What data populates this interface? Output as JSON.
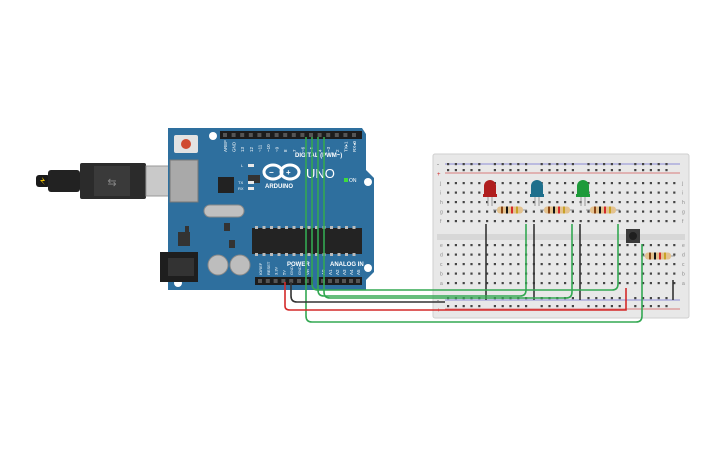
{
  "board": {
    "brand": "ARDUINO",
    "model": "UNO",
    "on_label": "ON",
    "digital_header_label": "DIGITAL (PWM~)",
    "power_label": "POWER",
    "analog_label": "ANALOG IN",
    "led_l": "L",
    "led_tx": "TX",
    "led_rx": "RX",
    "digital_pins": [
      "AREF",
      "GND",
      "13",
      "12",
      "~11",
      "~10",
      "~9",
      "8",
      "7",
      "~6",
      "~5",
      "4",
      "~3",
      "2",
      "TX▸1",
      "RX◂0"
    ],
    "power_pins": [
      "IOREF",
      "RESET",
      "3.3V",
      "5V",
      "GND",
      "GND",
      "Vin"
    ],
    "analog_pins": [
      "A0",
      "A1",
      "A2",
      "A3",
      "A4",
      "A5"
    ]
  },
  "breadboard": {
    "row_letters_top": [
      "j",
      "i",
      "h",
      "g",
      "f"
    ],
    "row_letters_bottom": [
      "e",
      "d",
      "c",
      "b",
      "a"
    ],
    "rail_plus": "+",
    "rail_minus": "-"
  },
  "components": {
    "leds": [
      {
        "color": "#b01e1e",
        "name": "red"
      },
      {
        "color": "#1e6f8c",
        "name": "blue"
      },
      {
        "color": "#1e9a3a",
        "name": "green"
      }
    ]
  },
  "colors": {
    "pcb": "#2e6f9e",
    "pcb_dark": "#1f5a82",
    "wire_green": "#33a852",
    "wire_red": "#d42a2a",
    "wire_black": "#333333",
    "breadboard": "#e8e8e8"
  }
}
